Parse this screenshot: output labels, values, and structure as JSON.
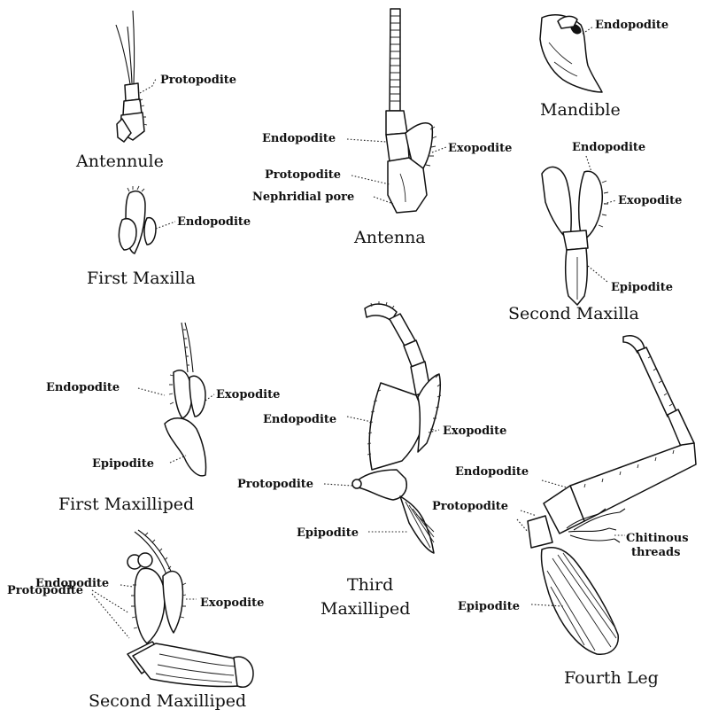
{
  "appendages": {
    "antennule": {
      "caption": "Antennule",
      "labels": {
        "protopodite": "Protopodite"
      }
    },
    "antenna": {
      "caption": "Antenna",
      "labels": {
        "endopodite": "Endopodite",
        "exopodite": "Exopodite",
        "protopodite": "Protopodite",
        "nephridial_pore": "Nephridial pore"
      }
    },
    "mandible": {
      "caption": "Mandible",
      "labels": {
        "endopodite": "Endopodite"
      }
    },
    "first_maxilla": {
      "caption": "First Maxilla",
      "labels": {
        "endopodite": "Endopodite"
      }
    },
    "second_maxilla": {
      "caption": "Second Maxilla",
      "labels": {
        "endopodite": "Endopodite",
        "exopodite": "Exopodite",
        "epipodite": "Epipodite"
      }
    },
    "first_maxilliped": {
      "caption": "First Maxilliped",
      "labels": {
        "endopodite": "Endopodite",
        "exopodite": "Exopodite",
        "epipodite": "Epipodite"
      }
    },
    "third_maxilliped": {
      "caption_line1": "Third",
      "caption_line2": "Maxilliped",
      "labels": {
        "endopodite": "Endopodite",
        "exopodite": "Exopodite",
        "protopodite": "Protopodite",
        "epipodite": "Epipodite"
      }
    },
    "fourth_leg": {
      "caption": "Fourth Leg",
      "labels": {
        "endopodite": "Endopodite",
        "protopodite": "Protopodite",
        "chitinous_threads_line1": "Chitinous",
        "chitinous_threads_line2": "threads",
        "epipodite": "Epipodite"
      }
    },
    "second_maxilliped": {
      "caption": "Second Maxilliped",
      "labels": {
        "endopodite": "Endopodite",
        "exopodite": "Exopodite",
        "protopodite": "Protopodite"
      }
    }
  }
}
